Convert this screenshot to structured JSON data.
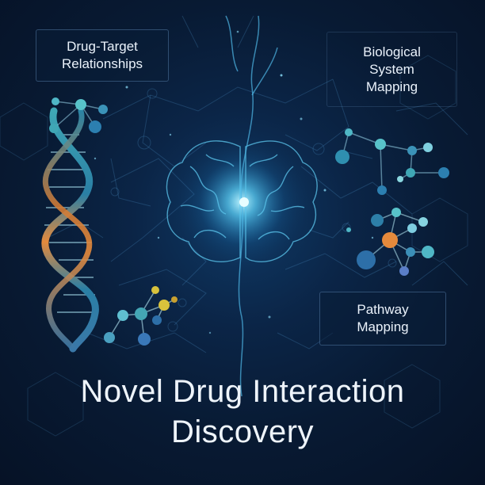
{
  "labels": {
    "drug_target": [
      "Drug-Target",
      "Relationships"
    ],
    "biological": [
      "Biological",
      "System",
      "Mapping"
    ],
    "pathway": [
      "Pathway",
      "Mapping"
    ]
  },
  "title": [
    "Novel Drug Interaction",
    "Discovery"
  ],
  "colors": {
    "background": "#0a1a30",
    "glow": "#5fd8ff",
    "node_teal": "#3fa7b5",
    "node_orange": "#e58a3c",
    "node_yellow": "#d8c23c",
    "text": "#eef4fb"
  },
  "icons": [
    "dna-helix-icon",
    "brain-network-icon",
    "molecule-icon"
  ]
}
